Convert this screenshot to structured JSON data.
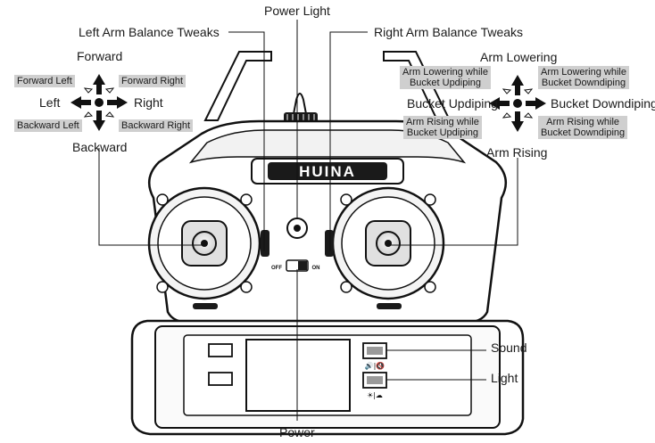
{
  "labels": {
    "power_light": "Power Light",
    "left_arm_balance": "Left Arm Balance Tweaks",
    "right_arm_balance": "Right Arm Balance Tweaks",
    "forward": "Forward",
    "backward": "Backward",
    "left": "Left",
    "right": "Right",
    "forward_left": "Forward Left",
    "forward_right": "Forward Right",
    "backward_left": "Backward Left",
    "backward_right": "Backward Right",
    "arm_lowering": "Arm Lowering",
    "arm_rising": "Arm Rising",
    "bucket_updiping": "Bucket Updiping",
    "bucket_downdiping": "Bucket Downdiping",
    "arm_lowering_updiping": [
      "Arm Lowering while",
      "Bucket Updiping"
    ],
    "arm_lowering_downdiping": [
      "Arm Lowering while",
      "Bucket Downdiping"
    ],
    "arm_rising_updiping": [
      "Arm Rising while",
      "Bucket Updiping"
    ],
    "arm_rising_downdiping": [
      "Arm Rising while",
      "Bucket Downdiping"
    ],
    "sound": "Sound",
    "light": "Light",
    "power": "Power"
  },
  "device": {
    "brand": "HUINA",
    "switch_off": "OFF",
    "switch_on": "ON"
  },
  "icons": [
    "direction-arrows-icon",
    "speaker-on-icon",
    "speaker-mute-icon",
    "light-on-icon",
    "light-off-icon"
  ]
}
